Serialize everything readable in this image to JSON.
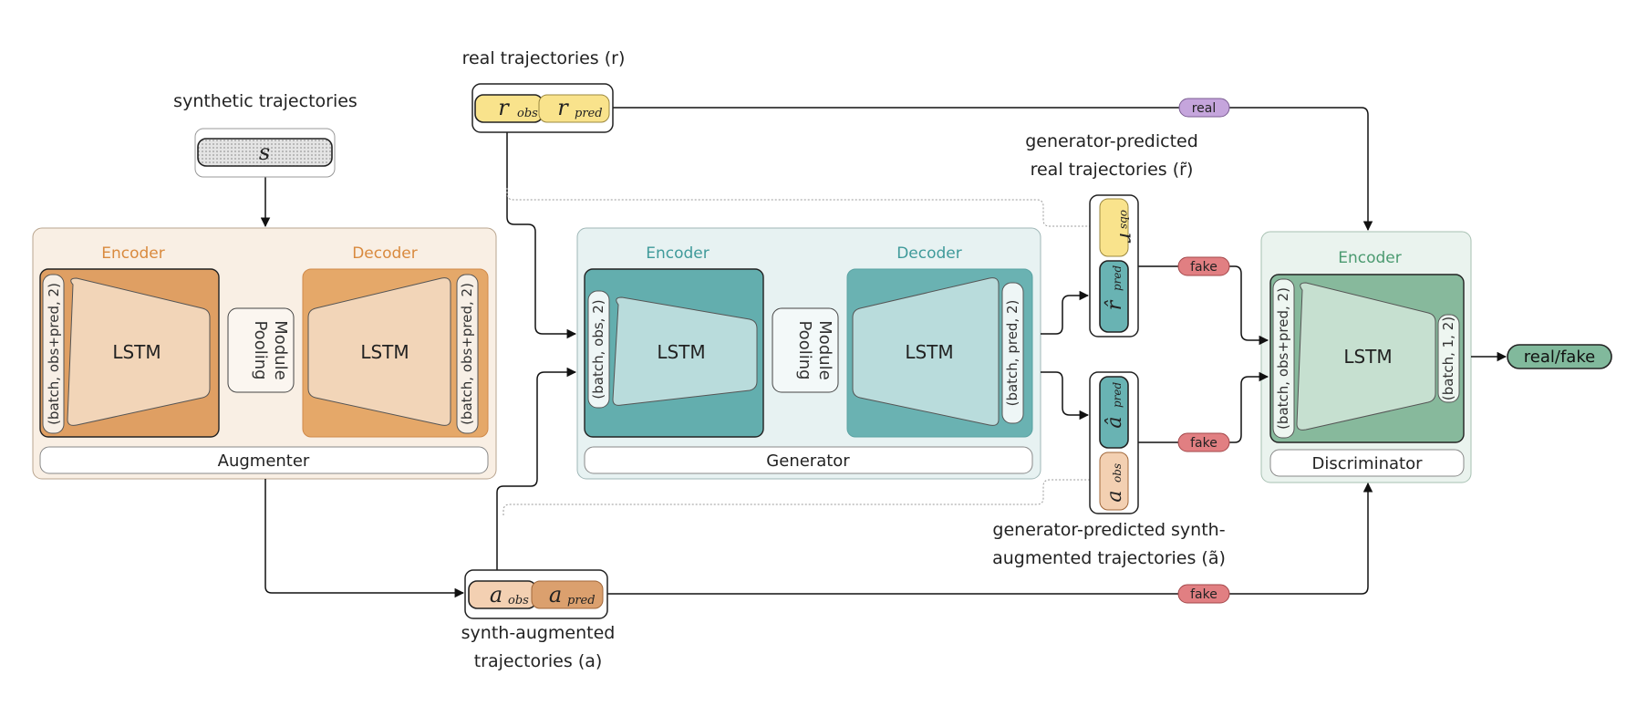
{
  "labels": {
    "real_trajectories": "real trajectories (r)",
    "synthetic_trajectories": "synthetic trajectories",
    "gen_pred_real_1": "generator-predicted",
    "gen_pred_real_2": "real trajectories (r̃)",
    "gen_pred_synth_1": "generator-predicted synth-",
    "gen_pred_synth_2": "augmented trajectories (ã)",
    "synth_aug_1": "synth-augmented",
    "synth_aug_2": "trajectories (a)"
  },
  "tokens": {
    "s": "s",
    "r_obs": "r",
    "r_obs_sub": "obs",
    "r_pred": "r",
    "r_pred_sub": "pred",
    "a_obs": "a",
    "a_obs_sub": "obs",
    "a_pred": "a",
    "a_pred_sub": "pred",
    "rhat_obs": "r",
    "rhat_obs_sub": "obs",
    "rhat_pred": "r̂",
    "rhat_pred_sub": "pred",
    "ahat_pred": "â",
    "ahat_pred_sub": "pred",
    "ahat_obs": "a",
    "ahat_obs_sub": "obs"
  },
  "augmenter": {
    "name": "Augmenter",
    "encoder": "Encoder",
    "decoder": "Decoder",
    "lstm_enc": "LSTM",
    "lstm_dec": "LSTM",
    "pooling_1": "Pooling",
    "pooling_2": "Module",
    "in_shape": "(batch, obs+pred, 2)",
    "out_shape": "(batch, obs+pred, 2)"
  },
  "generator": {
    "name": "Generator",
    "encoder": "Encoder",
    "decoder": "Decoder",
    "lstm_enc": "LSTM",
    "lstm_dec": "LSTM",
    "pooling_1": "Pooling",
    "pooling_2": "Module",
    "in_shape": "(batch, obs, 2)",
    "out_shape": "(batch, pred, 2)"
  },
  "discriminator": {
    "name": "Discriminator",
    "encoder": "Encoder",
    "lstm": "LSTM",
    "in_shape": "(batch, obs+pred, 2)",
    "out_shape": "(batch, 1, 2)"
  },
  "tags": {
    "real": "real",
    "fake_top": "fake",
    "fake_mid": "fake",
    "fake_bottom": "fake"
  },
  "output": "real/fake",
  "colors": {
    "aug_bg": "#f9efe4",
    "aug_enc": "#df9f63",
    "aug_dec": "#e5a869",
    "aug_lstm": "#f2d5b8",
    "aug_title": "#d98a3e",
    "gen_bg": "#e7f2f2",
    "gen_enc": "#63aeae",
    "gen_dec": "#6ab2b2",
    "gen_lstm": "#b9dcdc",
    "gen_title": "#3f9a9a",
    "dis_bg": "#eaf3ee",
    "dis_enc": "#87b99c",
    "dis_lstm": "#c6e0d0",
    "dis_title": "#4b9a70",
    "r_fill": "#f9e38c",
    "a_obs_fill": "#f3d0b2",
    "a_pred_fill": "#dba06e",
    "rhat_pred_fill": "#69b3b3",
    "real_tag": "#c5a5dc",
    "fake_tag": "#e17f82",
    "output_fill": "#81b99c"
  }
}
